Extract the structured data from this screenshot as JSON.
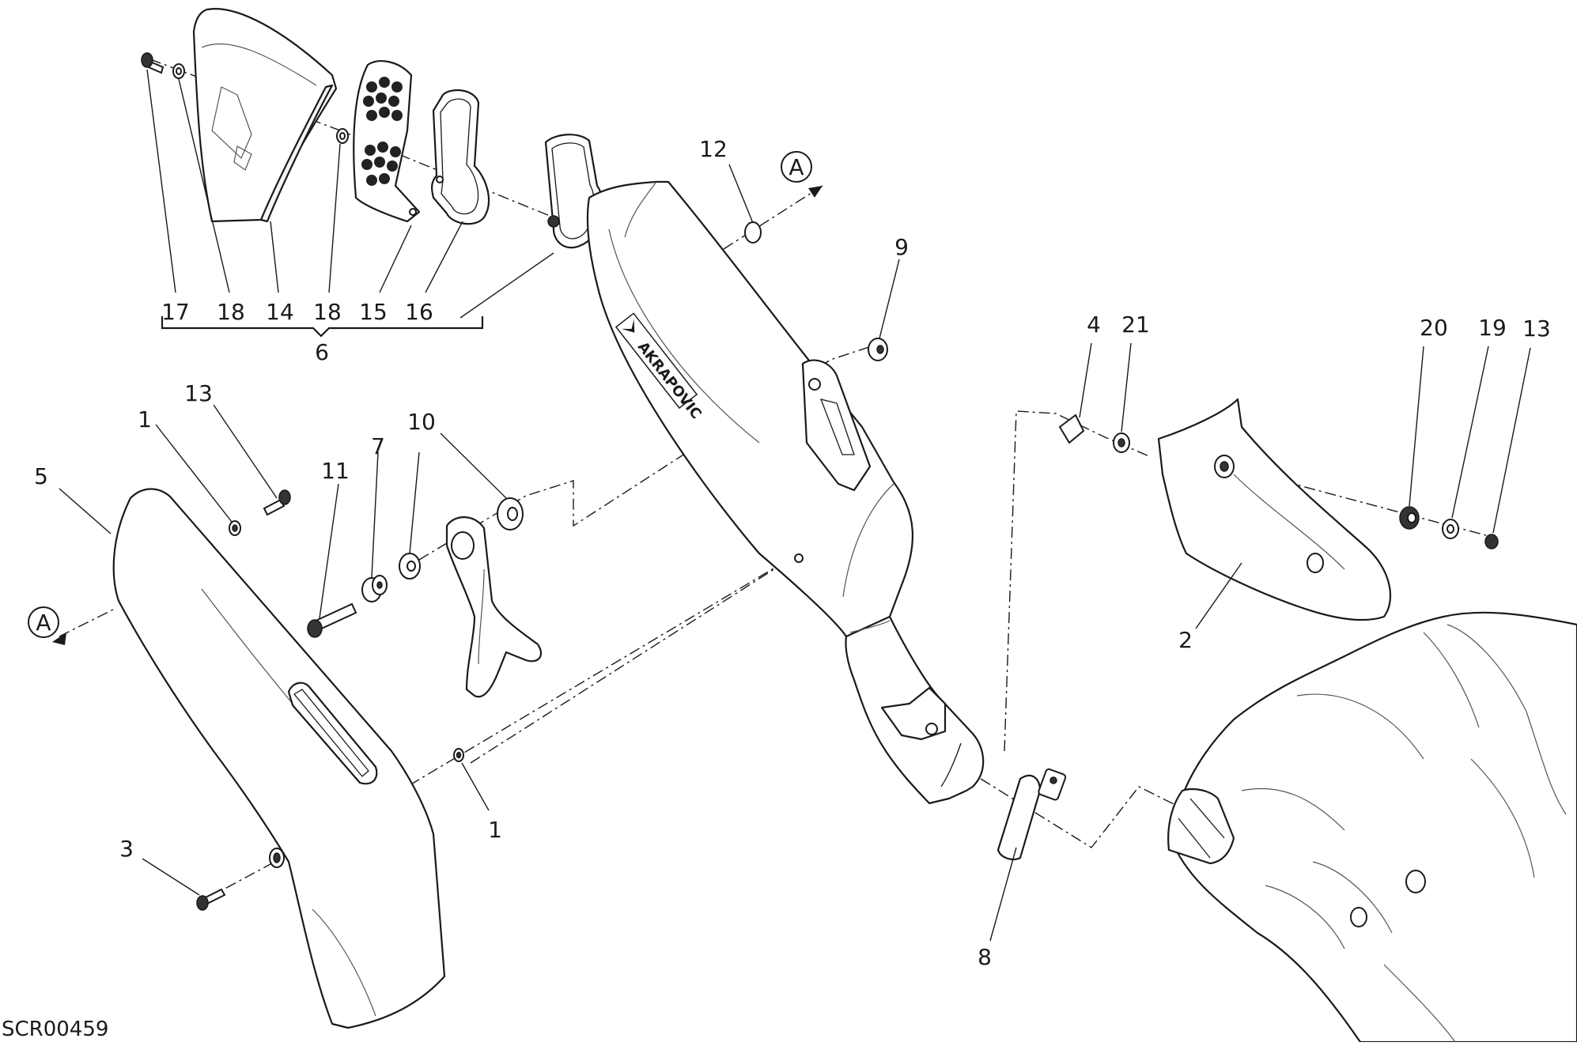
{
  "drawing": {
    "id": "SCR00459",
    "view_ref": "A",
    "brand_mark": "AKRAPOVIC"
  },
  "callouts": {
    "c1_top": "1",
    "c1_bottom": "1",
    "c2": "2",
    "c3": "3",
    "c4": "4",
    "c5": "5",
    "c6": "6",
    "c7": "7",
    "c8": "8",
    "c9": "9",
    "c10": "10",
    "c11": "11",
    "c12": "12",
    "c13_left": "13",
    "c13_right": "13",
    "c14": "14",
    "c15": "15",
    "c16": "16",
    "c17": "17",
    "c18_a": "18",
    "c18_b": "18",
    "c19": "19",
    "c20": "20",
    "c21": "21"
  }
}
